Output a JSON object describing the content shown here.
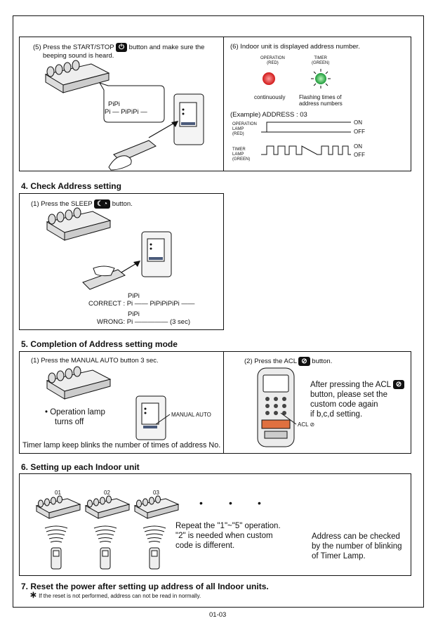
{
  "step5": {
    "text_a": "(5) Press the START/STOP",
    "text_b": "button and make sure the",
    "text_c": "beeping sound is heard.",
    "key_icon": "power-icon",
    "bubble_line1": "PiPi",
    "bubble_line2": "Pi — PiPiPi —"
  },
  "step6": {
    "text": "(6) Indoor unit is displayed address number.",
    "operation_label": "OPERATION",
    "operation_color_label": "(RED)",
    "timer_label": "TIMER",
    "timer_color_label": "(GREEN)",
    "continuously": "continuously",
    "flashing_1": "Flashing times of",
    "flashing_2": "address numbers",
    "example": "(Example)  ADDRESS : 03",
    "op_lamp_1": "OPERATION",
    "op_lamp_2": "LAMP",
    "op_lamp_3": "(RED)",
    "timer_lamp_1": "TIMER",
    "timer_lamp_2": "LAMP",
    "timer_lamp_3": "(GREEN)",
    "on": "ON",
    "off": "OFF",
    "colors": {
      "red": "#e02020",
      "green": "#22b04a"
    }
  },
  "section4": {
    "heading": "4. Check Address setting",
    "instruction_a": "(1) Press the SLEEP",
    "instruction_b": "button.",
    "key_icon": "sleep-icon",
    "correct_pipi": "PiPi",
    "correct": "CORRECT : Pi —— PiPiPiPiPi ——",
    "wrong_pipi": "PiPi",
    "wrong": "WRONG: Pi ————— (3 sec)"
  },
  "section5": {
    "heading": "5. Completion of Address setting mode",
    "left_instruction": "(1) Press the MANUAL AUTO button 3 sec.",
    "op_lamp_1": "• Operation lamp",
    "op_lamp_2": "turns off",
    "manual_auto": "MANUAL AUTO",
    "timer_blinks": "Timer lamp keep blinks the number of times of address No.",
    "right_instruction_a": "(2) Press the ACL",
    "right_instruction_b": "button.",
    "acl_icon": "acl-icon",
    "after_1": "After pressing the ACL",
    "after_2": "button, please set the",
    "after_3": "custom code again",
    "after_4": "if b,c,d setting.",
    "acl_label": "ACL"
  },
  "section6": {
    "heading": "6. Setting up each Indoor unit",
    "unit_labels": [
      "01",
      "02",
      "03"
    ],
    "dots": [
      "•",
      "•",
      "•"
    ],
    "repeat_1": "Repeat the \"1\"~\"5\" operation.",
    "repeat_2": "\"2\" is needed when custom",
    "repeat_3": "code is different.",
    "check_1": "Address can be checked",
    "check_2": "by the number of blinking",
    "check_3": "of Timer Lamp."
  },
  "section7": {
    "heading": "7. Reset the power after setting up address of all Indoor units.",
    "note_star": "∗",
    "note": "If the reset is not performed, address can not be read in normally."
  },
  "page_number": "01-03"
}
